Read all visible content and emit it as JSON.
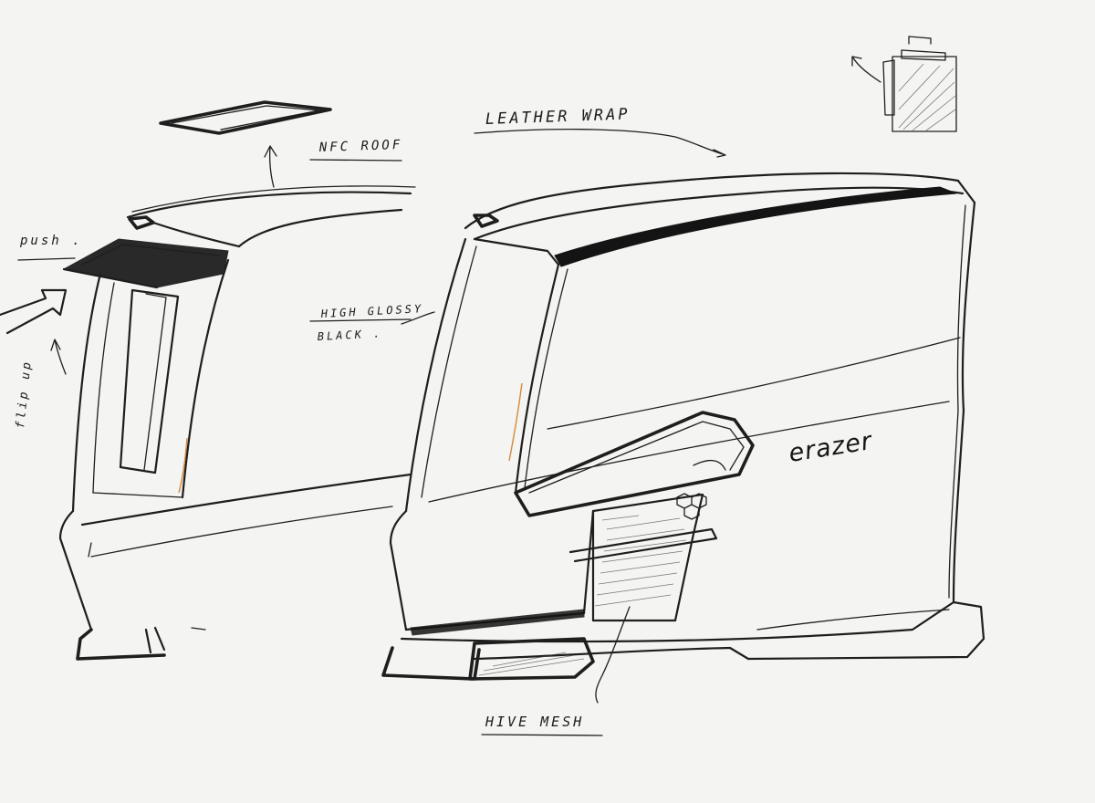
{
  "annotations": {
    "nfc_roof": "NFC ROOF",
    "leather_wrap": "LEATHER WRAP",
    "push": "push .",
    "flip_up": "flip up",
    "high_glossy": "HIGH GLOSSY",
    "black": "BLACK .",
    "hive_mesh": "HIVE MESH"
  },
  "brand": {
    "logo_text": "erazer"
  },
  "colors": {
    "paper": "#f4f4f2",
    "ink": "#1e1e1e",
    "accent_orange": "#d9873a"
  }
}
